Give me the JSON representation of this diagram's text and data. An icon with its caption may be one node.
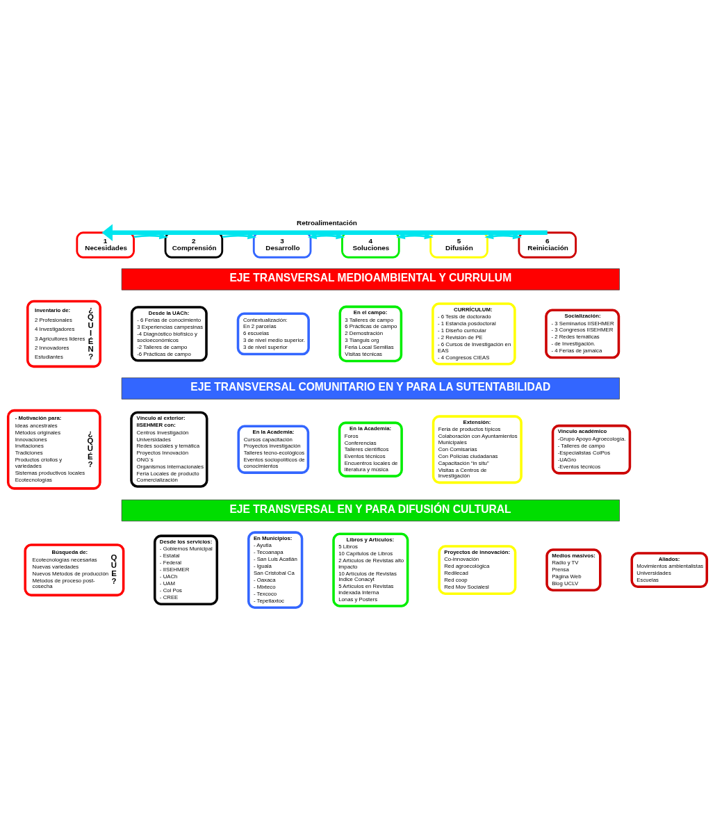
{
  "diagram": {
    "nodes": [
      {
        "text": [
          "1",
          "Necesidades"
        ]
      },
      {
        "text": [
          "2",
          "Comprensión"
        ]
      },
      {
        "text": [
          "3",
          "Desarrollo"
        ]
      },
      {
        "text": [
          "4",
          "Soluciones"
        ]
      },
      {
        "text": [
          "5",
          "Difusión"
        ]
      },
      {
        "text": [
          "6",
          "Reiniciación"
        ]
      },
      {
        "text": [
          "EJE TRANSVERSAL MEDIOAMBIENTAL Y CURRULUM"
        ]
      },
      {
        "text": [
          "Inventario de:",
          "2 Profesionales",
          "4 Investigadores",
          "3 Agricultores lideres",
          "2 Innovadores",
          "Estudiantes",
          "¿QUIÉN?"
        ]
      },
      {
        "text": [
          "Desde la UACh:",
          "- 6 Ferias de conocimiento",
          "3 Experiencias campesinas",
          "-4 Diagnóstico biofísico y socioeconómicos",
          "-2 Talleres de campo",
          "-6 Prácticas de campo"
        ]
      },
      {
        "text": [
          "Contextualización:",
          "En 2 parcelas",
          "6 escuelas",
          "3 de nivel medio superior.",
          "3 de nivel superior"
        ]
      },
      {
        "text": [
          "En el campo:",
          "3 Talleres de campo",
          "6 Prácticas de campo",
          "2 Demostración",
          "3 Tianguis org",
          "Feria Local Semillas",
          "Visitas técnicas"
        ]
      },
      {
        "text": [
          "CURRÍCULUM:",
          "- 6 Tesis de doctorado",
          "- 1 Estancia posdoctoral",
          "- 1 Diseño curricular",
          "- 2 Revisión de PE",
          "- 6 Cursos de Investigación en EAS",
          "- 4 Congresos CIEAS"
        ]
      },
      {
        "text": [
          "Socialización:",
          "- 3 Seminarios IISEHMER",
          "- 3 Congresos IISEHMER",
          "- 2 Redes temáticas",
          "- de Investigación.",
          "- 4 Ferias de jamaica"
        ]
      },
      {
        "text": [
          "EJE TRANSVERSAL COMUNITARIO EN Y PARA LA SUTENTABILIDAD"
        ]
      },
      {
        "text": [
          "- Motivación para:",
          "Ideas ancestrales",
          "Métodos originales",
          "Innovaciones",
          "Invitaciones",
          "Tradiciones",
          "Productos criollos y variedades",
          "Sistemas productivos locales",
          "Ecotecnologías",
          "¿QUÉ?"
        ]
      },
      {
        "text": [
          "Vínculo al exterior:",
          "IISEHMER con:",
          "Centros Investigación",
          "Universidades",
          "Redes sociales y temática",
          "Proyectos Innovación",
          "ONG`s",
          "Organismos internacionales",
          "Feria Locales de producto Comercialización"
        ]
      },
      {
        "text": [
          "En la Academia:",
          "Cursos capacitación",
          "Proyectos investigación",
          "Talleres tecno-ecológicos",
          "Eventos sociopolíticos de conocimientos"
        ]
      },
      {
        "text": [
          "En la Academia:",
          "Foros",
          "Conferencias",
          "Talleres científicos",
          "Eventos técnicos",
          "Encuentros locales de literatura y música"
        ]
      },
      {
        "text": [
          "Extensión:",
          "Feria de productos típicos",
          "Colaboración con Ayuntamientos Municipales",
          "Con Comisarías",
          "Con Policías ciudadanas",
          "Capacitación “in situ”",
          "Visitas a Centros de Investigación"
        ]
      },
      {
        "text": [
          "Vínculo académico",
          "-Grupo Apoyo Agroecología.",
          "- Talleres de campo",
          "-Especialistas ColPos",
          "-UAGro",
          "-Eventos técnicos"
        ]
      },
      {
        "text": [
          "EJE TRANSVERSAL EN Y PARA DIFUSIÓN CULTURAL"
        ]
      },
      {
        "text": [
          "Búsqueda de:",
          "Ecotecnologías necesarias",
          "Nuevas variedades",
          "Nuevos Métodos de producción",
          "Métodos de proceso post-cosecha",
          "QUE?"
        ]
      },
      {
        "text": [
          "Desde los servicios:",
          "- Gobiernos Municipal",
          "- Estatal",
          "- Federal",
          "- IISEHMER",
          "- UACh",
          "- UAM",
          "- Col Pos",
          "- CREE"
        ]
      },
      {
        "text": [
          "En Municipios:",
          "- Ayutla",
          "- Tecoanapa",
          "- San Luis Acatlán",
          "- Iguala",
          "San Cristobal Ca",
          "- Oaxaca",
          "- Mixteco",
          "- Texcoco",
          "- Tepetlaxtoc"
        ]
      },
      {
        "text": [
          "Libros y Artículos:",
          "5 Libros",
          "10 Capítulos de Libros",
          "2 Artículos de Revistas alto impacto",
          "10 Artículos de Revistas Indice Conacyt",
          "5 Artículos en Revistas indexada Interna",
          "Lonas y Posters"
        ]
      },
      {
        "text": [
          "Proyectos de innovación:",
          "Co-innovación",
          "Red agroecológica",
          "Redilecad",
          "Red coop",
          "Red Mov Socialesl"
        ]
      },
      {
        "text": [
          "Medios masivos:",
          "Radio y TV",
          "Prensa",
          "Página Web",
          "Blog UCLV"
        ]
      },
      {
        "text": [
          "Aliados:",
          "Movimientos ambientalistas",
          "Universidades",
          "Escuelas"
        ]
      }
    ],
    "edges": [
      {
        "from": 0,
        "to": 1,
        "arrow": "to"
      },
      {
        "from": 1,
        "to": 2,
        "arrow": "to"
      },
      {
        "from": 2,
        "to": 3,
        "arrow": "both"
      },
      {
        "from": 3,
        "to": 4,
        "arrow": "both"
      },
      {
        "from": 4,
        "to": 5,
        "arrow": "both"
      },
      {
        "from": 5,
        "to": 0,
        "arrow": "to",
        "label": "Retroalimentación",
        "style": "thick"
      }
    ]
  }
}
